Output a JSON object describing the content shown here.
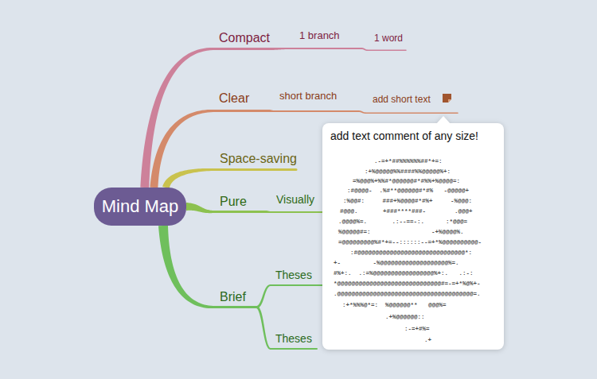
{
  "diagram": {
    "nodes": [
      {
        "text": [
          "Mind Map"
        ]
      },
      {
        "text": [
          "Compact"
        ]
      },
      {
        "text": [
          "1 branch"
        ]
      },
      {
        "text": [
          "1 word"
        ]
      },
      {
        "text": [
          "Clear"
        ]
      },
      {
        "text": [
          "short branch"
        ]
      },
      {
        "text": [
          "add short text"
        ]
      },
      {
        "text": [
          "Space-saving"
        ]
      },
      {
        "text": [
          "Pure"
        ]
      },
      {
        "text": [
          "Visually"
        ]
      },
      {
        "text": [
          "Brief"
        ]
      },
      {
        "text": [
          "Theses"
        ]
      },
      {
        "text": [
          "Theses"
        ]
      },
      {
        "text": [
          "add text comment of any size!",
          ".-=+*##%%%%%%##*+=:",
          ":+%@@@@@%%####%%@@@@@%+:",
          "=%@@@%+%%#*@@@@@@#*#%%+%@@@@=:",
          ":#@@@@-  .%#**@@@@@@#*#%   -@@@@@+",
          ":%@@#:     ###+%@@@@#*#%+     -%@@@:",
          "#@@@.       +###****###-        .@@@+",
          ".@@@@%=.       .:--==-:.      :*@@@=",
          "%@@@@@#=:                 -+%@@@@%.",
          "=@@@@@@@@@%#*+=--::::::--=+*%@@@@@@@@@@-",
          ":#@@@@@@@@@@@@@@@@@@@@@@@@@@@@@@*:",
          "+-         -%@@@@@@@@@@@@@@@@@@@%=.",
          "#%+:.  .:=%@@@@@@@@@@@@@@@@@%+:.   .:-:",
          "*@@@@@@@@@@@@@@@@@@@@@@@@@@@@@#=-=+*%@%+-",
          ".@@@@@@@@@@@@@@@@@@@@@@@@@@@@@@@@@@@@@@=.",
          ":+*%%%@*=:  %@@@@@@**   @@@%=",
          ".+%@@@@@@::",
          ":-=+#%=",
          ".+"
        ]
      }
    ],
    "edges": [
      {
        "from": 0,
        "to": 1,
        "arrow": "none"
      },
      {
        "from": 1,
        "to": 2,
        "arrow": "none"
      },
      {
        "from": 2,
        "to": 3,
        "arrow": "none"
      },
      {
        "from": 0,
        "to": 4,
        "arrow": "none"
      },
      {
        "from": 4,
        "to": 5,
        "arrow": "none"
      },
      {
        "from": 5,
        "to": 6,
        "arrow": "none"
      },
      {
        "from": 0,
        "to": 7,
        "arrow": "none"
      },
      {
        "from": 0,
        "to": 8,
        "arrow": "none"
      },
      {
        "from": 8,
        "to": 9,
        "arrow": "none"
      },
      {
        "from": 0,
        "to": 10,
        "arrow": "none"
      },
      {
        "from": 10,
        "to": 11,
        "arrow": "none"
      },
      {
        "from": 10,
        "to": 12,
        "arrow": "none"
      }
    ]
  }
}
